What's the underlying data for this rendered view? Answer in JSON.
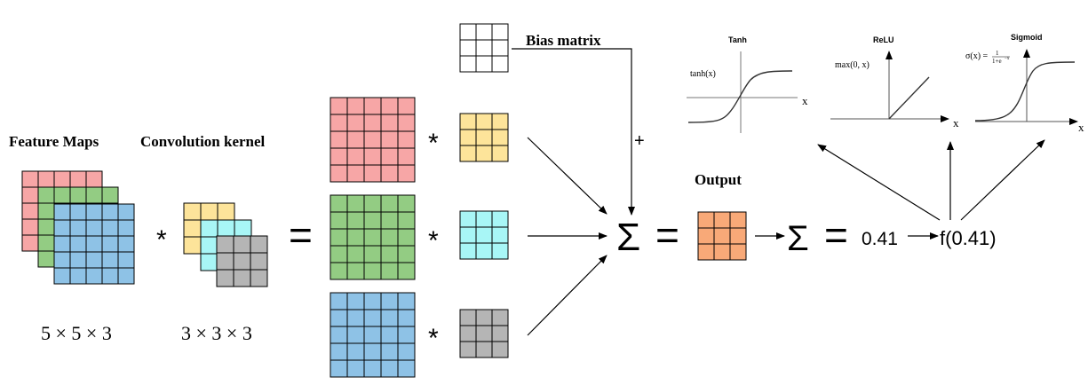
{
  "labels": {
    "feature_maps": "Feature Maps",
    "conv_kernel": "Convolution kernel",
    "bias_matrix": "Bias matrix",
    "output": "Output",
    "fm_dims": "5 × 5 × 3",
    "kernel_dims": "3 × 3 × 3",
    "plus": "+",
    "star": "*",
    "equals": "=",
    "sigma": "Σ",
    "value": "0.41",
    "activation": "f(0.41)"
  },
  "activations": {
    "tanh": {
      "title": "Tanh",
      "formula": "tanh(x)",
      "x_label": "x"
    },
    "relu": {
      "title": "ReLU",
      "formula": "max(0, x)",
      "x_label": "x"
    },
    "sigmoid": {
      "title": "Sigmoid",
      "formula_lhs": "σ(x) =",
      "formula_num": "1",
      "formula_den": "1+e",
      "formula_exp": "−x",
      "x_label": "x"
    }
  },
  "colors": {
    "red": "#f7a6a6",
    "green": "#93cc83",
    "blue": "#8ec2e6",
    "yellow": "#fde49a",
    "cyan": "#a8f6f6",
    "gray": "#b5b5b5",
    "orange": "#f8a978",
    "white": "#ffffff"
  }
}
